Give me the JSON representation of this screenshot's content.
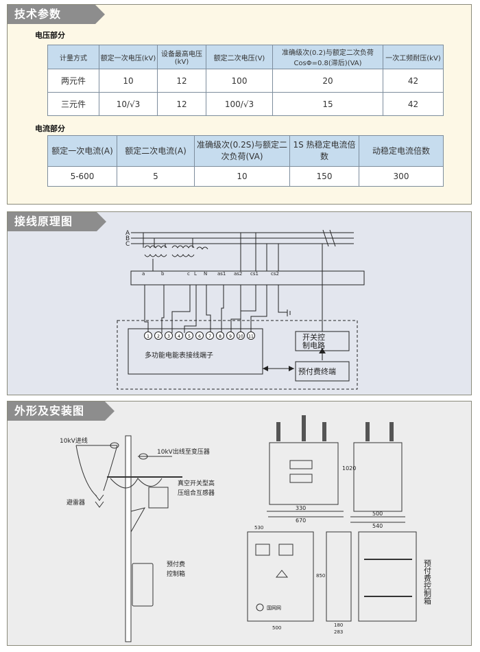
{
  "sections": {
    "tech_title": "技术参数",
    "wiring_title": "接线原理图",
    "install_title": "外形及安装图"
  },
  "voltage": {
    "subtitle": "电压部分",
    "headers": [
      "计量方式",
      "额定一次电压(kV)",
      "设备最高电压(kV)",
      "额定二次电压(V)",
      "准确级次(0.2)与额定二次负荷 CosΦ=0.8(滞后)(VA)",
      "一次工频耐压(kV)"
    ],
    "rows": [
      [
        "两元件",
        "10",
        "12",
        "100",
        "20",
        "42"
      ],
      [
        "三元件",
        "10/√3",
        "12",
        "100/√3",
        "15",
        "42"
      ]
    ]
  },
  "current": {
    "subtitle": "电流部分",
    "headers": [
      "额定一次电流(A)",
      "额定二次电流(A)",
      "准确级次(0.2S)与额定二次负荷(VA)",
      "1S 热稳定电流倍数",
      "动稳定电流倍数"
    ],
    "rows": [
      [
        "5-600",
        "5",
        "10",
        "150",
        "300"
      ]
    ]
  },
  "wiring": {
    "phases": [
      "A",
      "B",
      "C"
    ],
    "terminal_labels": [
      "a",
      "b",
      "c",
      "L",
      "N",
      "as1",
      "as2",
      "cs1",
      "cs2"
    ],
    "terminal_numbers": [
      "1",
      "2",
      "3",
      "4",
      "5",
      "6",
      "7",
      "8",
      "9",
      "10",
      "11"
    ],
    "meter_label": "多功能电能表接线端子",
    "switch_label_1": "开关控",
    "switch_label_2": "制电路",
    "prepay_label": "预付费终端"
  },
  "install": {
    "label_10kv_in": "10kV进线",
    "label_10kv_out": "10kV出线至变压器",
    "label_arrester": "避雷器",
    "label_combo_1": "真空开关型高",
    "label_combo_2": "压组合互感器",
    "label_box_1": "预付费",
    "label_box_2": "控制箱",
    "dim_330": "330",
    "dim_670": "670",
    "dim_1020": "1020",
    "dim_500": "500",
    "dim_540": "540",
    "dim_530": "530",
    "dim_500b": "500",
    "dim_850": "850",
    "dim_180": "180",
    "dim_283": "283",
    "brand": "国网网",
    "side_label": "预付费控制箱"
  }
}
